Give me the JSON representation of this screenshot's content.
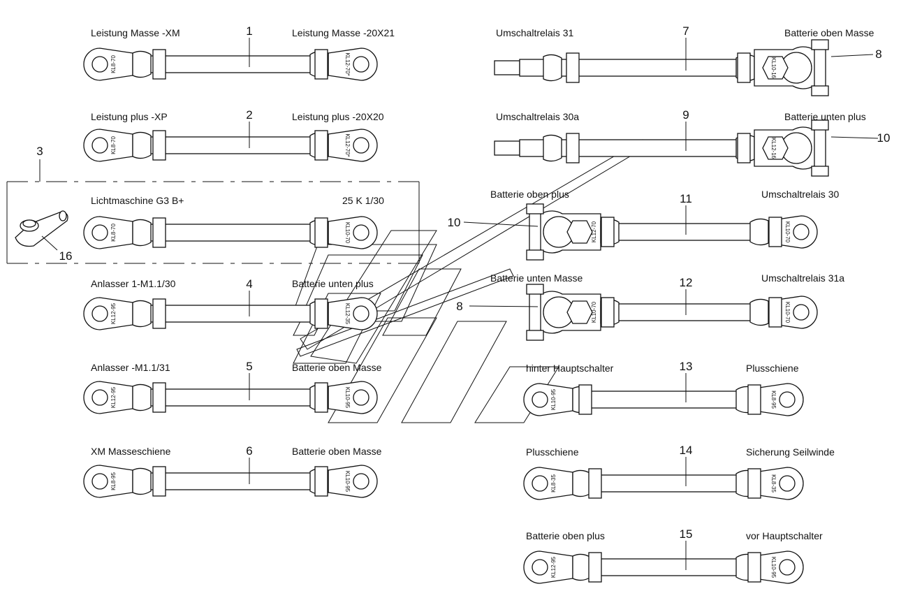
{
  "cables": [
    {
      "num": "1",
      "left_label": "Leistung Masse -XM",
      "right_label": "Leistung Masse -20X21",
      "left_tag": "KL8-70",
      "right_tag": "KL12-70*"
    },
    {
      "num": "2",
      "left_label": "Leistung plus -XP",
      "right_label": "Leistung plus -20X20",
      "left_tag": "KL8-70",
      "right_tag": "KL12-70*"
    },
    {
      "num": "",
      "left_label": "Lichtmaschine G3 B+",
      "right_label": "25 K 1/30",
      "left_tag": "KL8-70",
      "right_tag": "KL10-70"
    },
    {
      "num": "4",
      "left_label": "Anlasser 1-M1.1/30",
      "right_label": "Batterie unten plus",
      "left_tag": "KL12-95",
      "right_tag": "KL12-35"
    },
    {
      "num": "5",
      "left_label": "Anlasser -M1.1/31",
      "right_label": "Batterie oben Masse",
      "left_tag": "KL12-95",
      "right_tag": "KL10-95"
    },
    {
      "num": "6",
      "left_label": "XM Masseschiene",
      "right_label": "Batterie oben Masse",
      "left_tag": "KL8-95",
      "right_tag": "KL10-95"
    },
    {
      "num": "7",
      "left_label": "Umschaltrelais 31",
      "right_label": "Batterie oben Masse",
      "right_tag": "KL10-16",
      "callout": "8"
    },
    {
      "num": "9",
      "left_label": "Umschaltrelais 30a",
      "right_label": "Batterie unten plus",
      "right_tag": "KL12-16",
      "callout": "10"
    },
    {
      "num": "11",
      "left_label": "Batterie oben plus",
      "right_label": "Umschaltrelais 30",
      "left_tag": "KL12-70",
      "right_tag": "KL10-70",
      "callout": "10"
    },
    {
      "num": "12",
      "left_label": "Batterie unten Masse",
      "right_label": "Umschaltrelais 31a",
      "left_tag": "KL10-70",
      "right_tag": "KL10-70",
      "callout": "8"
    },
    {
      "num": "13",
      "left_label": "hinter Hauptschalter",
      "right_label": "Plusschiene",
      "left_tag": "KL10-95",
      "right_tag": "KL8-95"
    },
    {
      "num": "14",
      "left_label": "Plusschiene",
      "right_label": "Sicherung Seilwinde",
      "left_tag": "KL8-35",
      "right_tag": "KL8-35"
    },
    {
      "num": "15",
      "left_label": "Batterie oben plus",
      "right_label": "vor Hauptschalter",
      "left_tag": "KL12-95",
      "right_tag": "KL10-95"
    }
  ],
  "box_callout": "3",
  "detail_callout": "16",
  "colors": {
    "line": "#111111",
    "background": "#ffffff"
  }
}
